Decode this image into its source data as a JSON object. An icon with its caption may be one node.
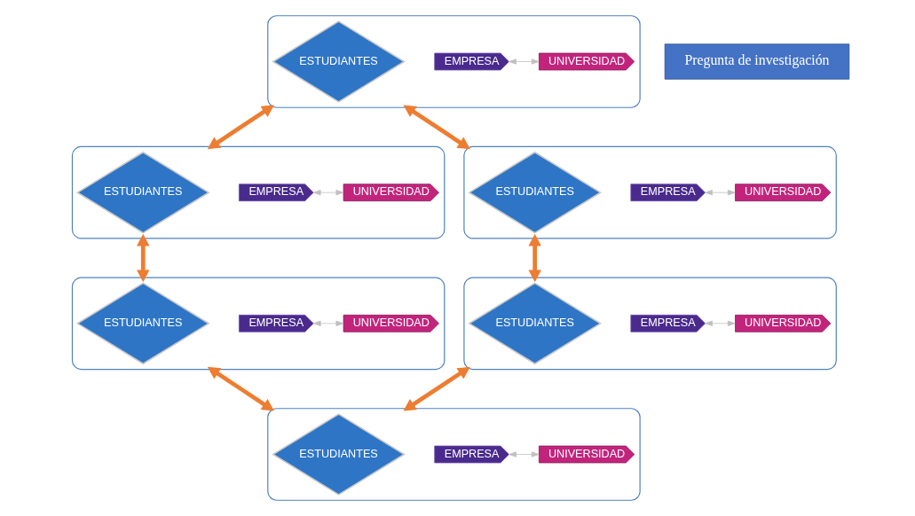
{
  "diagram": {
    "nodes": [
      {
        "text": [],
        "shape": "ellipse"
      },
      {
        "text": [
          "ESTUDIANTES"
        ],
        "in": 0
      },
      {
        "text": [
          "EMPRESA"
        ],
        "in": 0
      },
      {
        "text": [
          "UNIVERSIDAD"
        ],
        "in": 0
      },
      {
        "text": [],
        "shape": "ellipse"
      },
      {
        "text": [
          "ESTUDIANTES"
        ],
        "in": 4
      },
      {
        "text": [
          "EMPRESA"
        ],
        "in": 4
      },
      {
        "text": [
          "UNIVERSIDAD"
        ],
        "in": 4
      },
      {
        "text": [],
        "shape": "ellipse"
      },
      {
        "text": [
          "ESTUDIANTES"
        ],
        "in": 8
      },
      {
        "text": [
          "EMPRESA"
        ],
        "in": 8
      },
      {
        "text": [
          "UNIVERSIDAD"
        ],
        "in": 8
      },
      {
        "text": [
          "Pregunta de investigación"
        ]
      },
      {
        "text": [],
        "shape": "ellipse"
      },
      {
        "text": [
          "ESTUDIANTES"
        ],
        "in": 13
      },
      {
        "text": [
          "EMPRESA"
        ],
        "in": 13
      },
      {
        "text": [
          "UNIVERSIDAD"
        ],
        "in": 13
      },
      {
        "text": [],
        "shape": "ellipse"
      },
      {
        "text": [
          "ESTUDIANTES"
        ],
        "in": 17
      },
      {
        "text": [
          "EMPRESA"
        ],
        "in": 17
      },
      {
        "text": [
          "UNIVERSIDAD"
        ],
        "in": 17
      },
      {
        "text": [],
        "shape": "ellipse"
      },
      {
        "text": [
          "ESTUDIANTES"
        ],
        "in": 21
      },
      {
        "text": [
          "EMPRESA"
        ],
        "in": 21
      },
      {
        "text": [
          "UNIVERSIDAD"
        ],
        "in": 21
      }
    ],
    "edges": [
      {
        "from": 2,
        "to": 3,
        "arrow": "both",
        "color": "#bfbfbf"
      },
      {
        "from": 6,
        "to": 7,
        "arrow": "both",
        "color": "#bfbfbf"
      },
      {
        "from": 10,
        "to": 11,
        "arrow": "both",
        "color": "#bfbfbf"
      },
      {
        "from": 15,
        "to": 16,
        "arrow": "both",
        "color": "#bfbfbf"
      },
      {
        "from": 19,
        "to": 20,
        "arrow": "both",
        "color": "#bfbfbf"
      },
      {
        "from": 23,
        "to": 24,
        "arrow": "both",
        "color": "#bfbfbf"
      },
      {
        "from": 0,
        "to": 8,
        "arrow": "both",
        "style": "thick",
        "color": "#ed7d31"
      },
      {
        "from": 0,
        "to": 4,
        "arrow": "both",
        "style": "thick",
        "color": "#ed7d31"
      },
      {
        "from": 4,
        "to": 13,
        "arrow": "both",
        "style": "thick",
        "color": "#ed7d31"
      },
      {
        "from": 8,
        "to": 17,
        "arrow": "both",
        "style": "thick",
        "color": "#ed7d31"
      },
      {
        "from": 17,
        "to": 21,
        "arrow": "both",
        "style": "thick",
        "color": "#ed7d31"
      },
      {
        "from": 13,
        "to": 21,
        "arrow": "both",
        "style": "thick",
        "color": "#ed7d31"
      }
    ]
  }
}
